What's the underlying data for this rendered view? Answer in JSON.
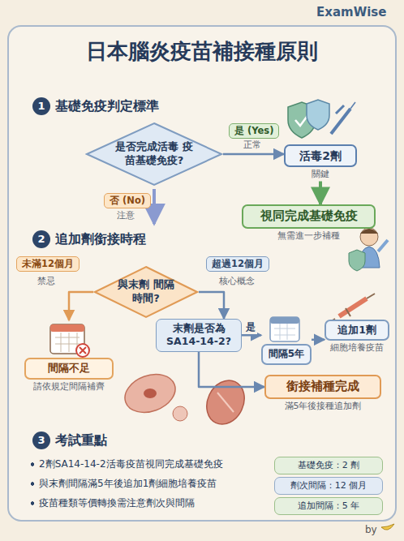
{
  "diagram": {
    "title": "日本腦炎疫苗補接種原則",
    "nodes": [
      {
        "text": [
          "是否完成活毒 疫苗基礎免疫?"
        ]
      },
      {
        "text": [
          "活毒2劑",
          "關鍵"
        ]
      },
      {
        "text": [
          "視同完成基礎免疫",
          "無需進一步補種"
        ]
      },
      {
        "text": [
          "與末劑 間隔時間?"
        ]
      },
      {
        "text": [
          "間隔不足",
          "請依規定間隔補齊"
        ]
      },
      {
        "text": [
          "末劑是否為 SA14-14-2?"
        ]
      },
      {
        "text": [
          "間隔5年"
        ]
      },
      {
        "text": [
          "追加1劑",
          "細胞培養疫苗"
        ]
      },
      {
        "text": [
          "銜接補種完成",
          "滿5年後接種追加劑"
        ]
      },
      {
        "text": [
          "基礎免疫：2 劑"
        ]
      },
      {
        "text": [
          "劑次間隔：12 個月"
        ]
      },
      {
        "text": [
          "追加間隔：5 年"
        ]
      }
    ],
    "edges": [
      {
        "from": 0,
        "to": 1,
        "arrow": "to",
        "label": "是 (Yes)"
      },
      {
        "from": 1,
        "to": 2,
        "arrow": "to"
      },
      {
        "from": 3,
        "to": 4,
        "arrow": "to",
        "label": "未滿12個月"
      },
      {
        "from": 3,
        "to": 5,
        "arrow": "to",
        "label": "超過12個月"
      },
      {
        "from": 5,
        "to": 6,
        "arrow": "to",
        "label": "是"
      },
      {
        "from": 6,
        "to": 7,
        "arrow": "to"
      },
      {
        "from": 5,
        "to": 8,
        "arrow": "to"
      }
    ],
    "labels": [
      "ExamWise",
      "1",
      "基礎免疫判定標準",
      "正常",
      "否 (No)",
      "注意",
      "2",
      "追加劑銜接時程",
      "禁忌",
      "核心概念",
      "3",
      "考試重點",
      "2劑SA14-14-2活毒疫苗視同完成基礎免疫",
      "與末劑間隔滿5年後追加1劑細胞培養疫苗",
      "疫苗種類等價轉換需注意劑次與間隔",
      "by"
    ]
  }
}
